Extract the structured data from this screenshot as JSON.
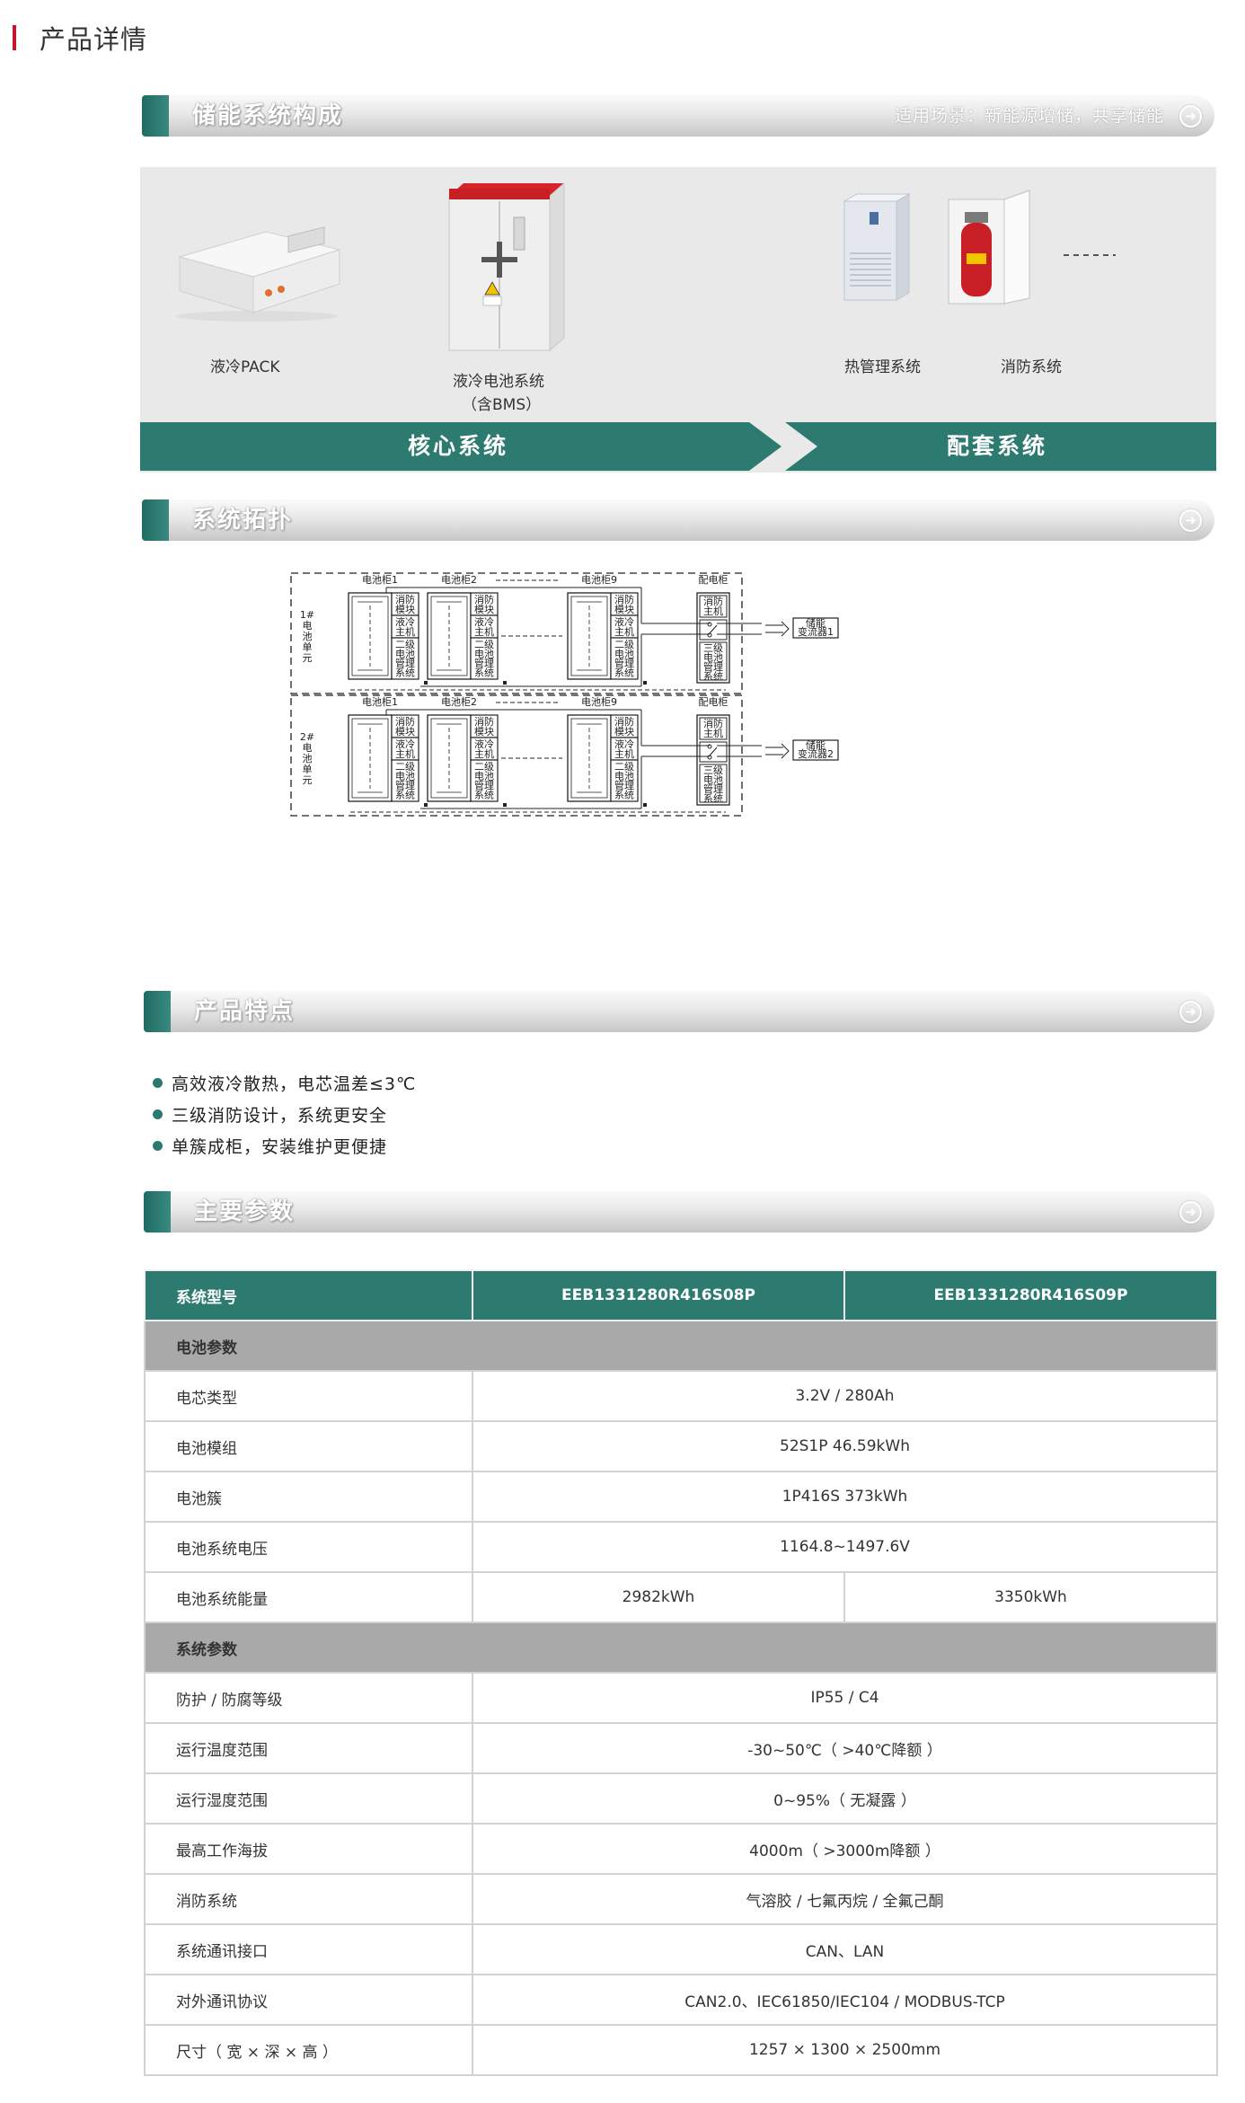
{
  "page_title": "产品详情",
  "sections": {
    "composition": {
      "title": "储能系统构成",
      "subtitle": "适用场景：新能源增储，共享储能"
    },
    "topology": {
      "title": "系统拓扑"
    },
    "features": {
      "title": "产品特点"
    },
    "params": {
      "title": "主要参数"
    }
  },
  "composition": {
    "items": [
      "液冷PACK",
      "液冷电池系统",
      "（含BMS）",
      "热管理系统",
      "消防系统"
    ],
    "core_label": "核心系统",
    "support_label": "配套系统"
  },
  "topology": {
    "unit1": {
      "label": [
        "1#",
        "电",
        "池",
        "单",
        "元"
      ],
      "cabinets": [
        "电池柜1",
        "电池柜2",
        "电池柜9",
        "配电柜"
      ],
      "transformer": [
        "储能",
        "变流器1"
      ]
    },
    "unit2": {
      "label": [
        "2#",
        "电",
        "池",
        "单",
        "元"
      ],
      "cabinets": [
        "电池柜1",
        "电池柜2",
        "电池柜9",
        "配电柜"
      ],
      "transformer": [
        "储能",
        "变流器2"
      ]
    },
    "module_fire": [
      "消防",
      "模块"
    ],
    "module_cool": [
      "液冷",
      "主机"
    ],
    "module_bms2": [
      "二级",
      "电池",
      "管理",
      "系统"
    ],
    "dist_fire": [
      "消防",
      "主机"
    ],
    "dist_bms3": [
      "三级",
      "电池",
      "管理",
      "系统"
    ]
  },
  "features": [
    "高效液冷散热，电芯温差≤3℃",
    "三级消防设计，系统更安全",
    "单簇成柜，安装维护更便捷"
  ],
  "params_table": {
    "header": [
      "系统型号",
      "EEB1331280R416S08P",
      "EEB1331280R416S09P"
    ],
    "groups": [
      {
        "title": "电池参数",
        "rows": [
          {
            "label": "电芯类型",
            "value": "3.2V / 280Ah"
          },
          {
            "label": "电池模组",
            "value": "52S1P 46.59kWh"
          },
          {
            "label": "电池簇",
            "value": "1P416S  373kWh"
          },
          {
            "label": "电池系统电压",
            "value": "1164.8~1497.6V"
          },
          {
            "label": "电池系统能量",
            "values": [
              "2982kWh",
              "3350kWh"
            ]
          }
        ]
      },
      {
        "title": "系统参数",
        "rows": [
          {
            "label": "防护 / 防腐等级",
            "value": "IP55 / C4"
          },
          {
            "label": "运行温度范围",
            "value": "-30~50℃（ >40℃降额 ）"
          },
          {
            "label": "运行湿度范围",
            "value": "0~95%（ 无凝露 ）"
          },
          {
            "label": "最高工作海拔",
            "value": "4000m（ >3000m降额 ）"
          },
          {
            "label": "消防系统",
            "value": "气溶胶 / 七氟丙烷 / 全氟己酮"
          },
          {
            "label": "系统通讯接口",
            "value": "CAN、LAN"
          },
          {
            "label": "对外通讯协议",
            "value": "CAN2.0、IEC61850/IEC104 / MODBUS-TCP"
          },
          {
            "label": "尺寸（ 宽 × 深 × 高 ）",
            "value": "1257 × 1300 × 2500mm"
          }
        ]
      }
    ]
  },
  "colors": {
    "brand_green": "#2d7a70",
    "accent_red": "#c4162a",
    "panel_gray": "#e9e9e9"
  }
}
